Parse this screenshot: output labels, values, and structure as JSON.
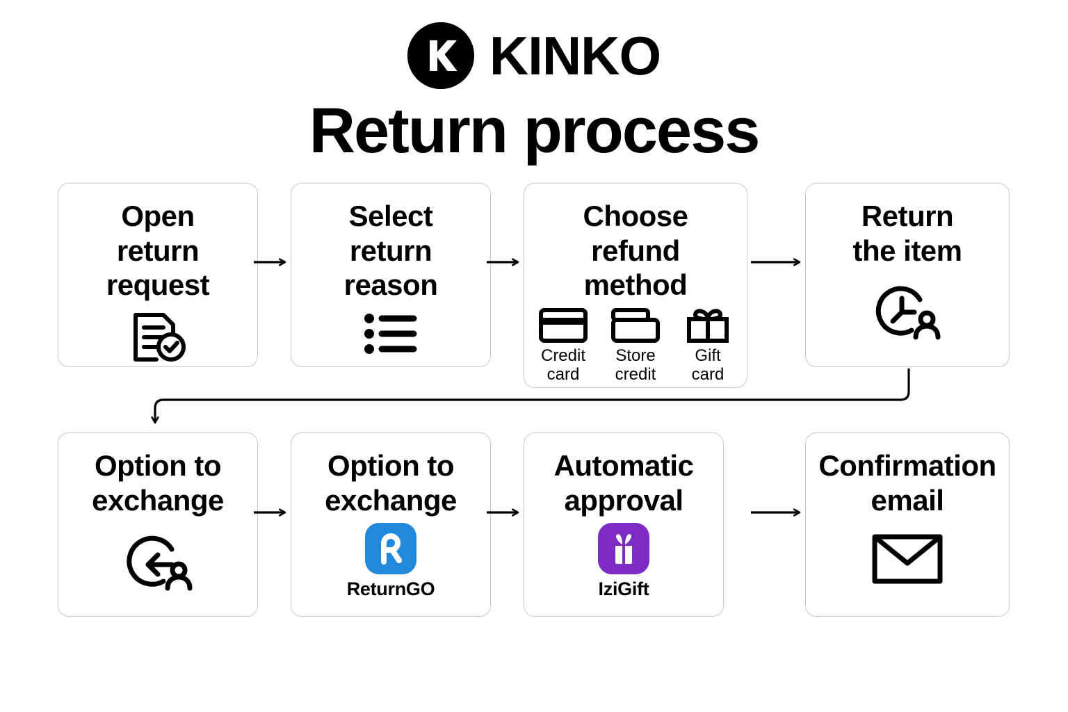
{
  "brand": {
    "mark_icon": "kinko-k-logo-icon",
    "wordmark": "KINKO"
  },
  "title": "Return process",
  "flow": {
    "type": "flowchart",
    "direction": "left-to-right, wrapping to second row",
    "rows": [
      {
        "steps": [
          {
            "id": "open-return-request",
            "title": "Open\nreturn\nrequest",
            "icon": "document-check-icon"
          },
          {
            "id": "select-return-reason",
            "title": "Select\nreturn\nreason",
            "icon": "bulleted-list-icon"
          },
          {
            "id": "choose-refund-method",
            "title": "Choose\nrefund\nmethod",
            "icon": null,
            "options": [
              {
                "id": "credit-card",
                "icon": "credit-card-icon",
                "label": "Credit\ncard"
              },
              {
                "id": "store-credit",
                "icon": "store-credit-card-icon",
                "label": "Store\ncredit"
              },
              {
                "id": "gift-card",
                "icon": "gift-box-icon",
                "label": "Gift\ncard"
              }
            ]
          },
          {
            "id": "return-the-item",
            "title": "Return\nthe item",
            "icon": "clock-person-icon"
          }
        ]
      },
      {
        "steps": [
          {
            "id": "option-to-exchange-1",
            "title": "Option to\nexchange",
            "icon": "return-arrow-person-icon"
          },
          {
            "id": "option-to-exchange-2",
            "title": "Option to\nexchange",
            "icon": null,
            "vendor": {
              "name": "ReturnGO",
              "icon": "returngo-logo-icon",
              "color": "#2189DC"
            }
          },
          {
            "id": "automatic-approval",
            "title": "Automatic\napproval",
            "icon": null,
            "vendor": {
              "name": "IziGift",
              "icon": "izigift-logo-icon",
              "color": "#7C2CC4"
            }
          },
          {
            "id": "confirmation-email",
            "title": "Confirmation\nemail",
            "icon": "envelope-icon"
          }
        ]
      }
    ],
    "connectors": [
      {
        "id": "arrow-1-to-2",
        "type": "straight-right"
      },
      {
        "id": "arrow-2-to-3",
        "type": "straight-right"
      },
      {
        "id": "arrow-3-to-4",
        "type": "straight-right"
      },
      {
        "id": "arrow-4-to-5",
        "type": "wrap-down-left"
      },
      {
        "id": "arrow-5-to-6",
        "type": "straight-right"
      },
      {
        "id": "arrow-6-to-7",
        "type": "straight-right"
      },
      {
        "id": "arrow-7-to-8",
        "type": "straight-right"
      }
    ]
  },
  "colors": {
    "background": "#ffffff",
    "text": "#000000",
    "card_border": "#c3cad6",
    "connector": "#000000",
    "returngo_blue": "#2189DC",
    "izigift_purple": "#7C2CC4"
  }
}
